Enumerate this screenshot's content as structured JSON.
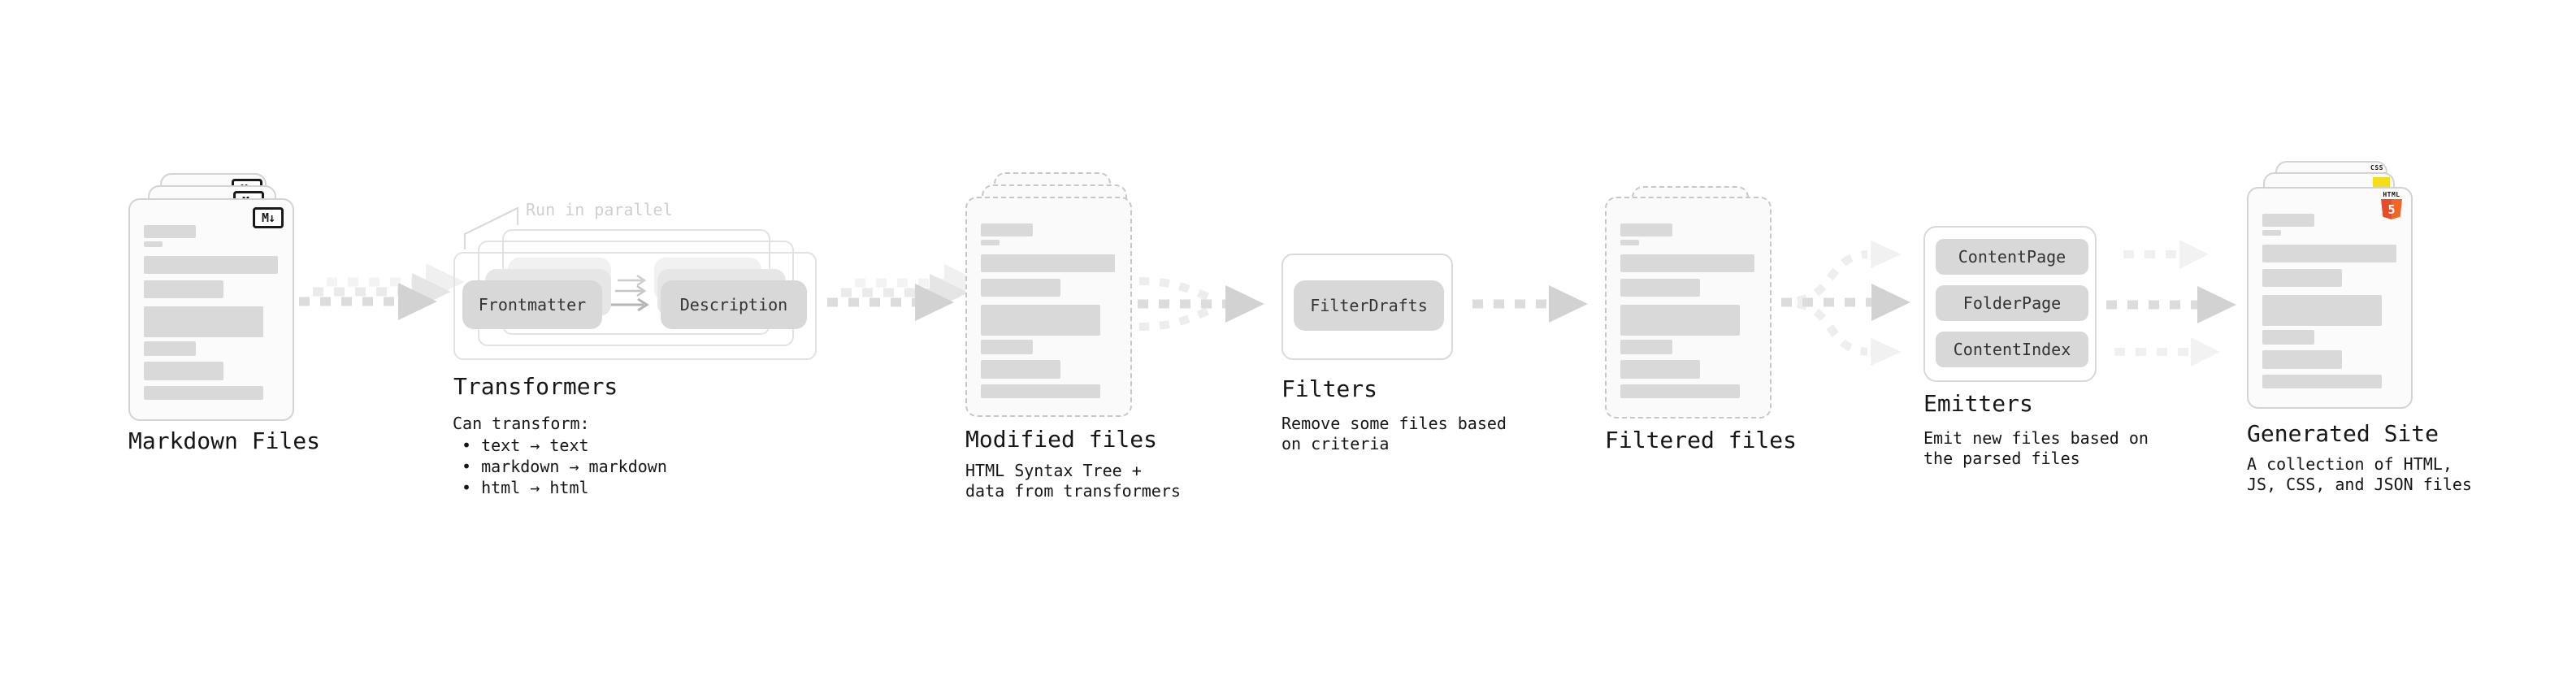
{
  "pipeline": {
    "markdown_files": {
      "label": "Markdown Files",
      "badge": "M↓"
    },
    "transformers": {
      "heading": "Transformers",
      "callout": "Run in parallel",
      "pill_left": "Frontmatter",
      "pill_right": "Description",
      "subtitle": "Can transform:",
      "bullets": [
        "• text → text",
        "• markdown → markdown",
        "• html → html"
      ]
    },
    "modified_files": {
      "heading": "Modified files",
      "subtitle_lines": [
        "HTML Syntax Tree +",
        "data from transformers"
      ]
    },
    "filters": {
      "heading": "Filters",
      "pill": "FilterDrafts",
      "subtitle_lines": [
        "Remove some files based",
        "on criteria"
      ]
    },
    "filtered_files": {
      "heading": "Filtered files"
    },
    "emitters": {
      "heading": "Emitters",
      "pills": [
        "ContentPage",
        "FolderPage",
        "ContentIndex"
      ],
      "subtitle_lines": [
        "Emit new files based on",
        "the parsed files"
      ]
    },
    "generated_site": {
      "heading": "Generated Site",
      "subtitle_lines": [
        "A collection of HTML,",
        "JS, CSS, and JSON files"
      ],
      "badges": {
        "css_label": "CSS",
        "html_label": "HTML",
        "html_number": "5"
      }
    },
    "colors": {
      "js_yellow": "#f5de19",
      "css_blue": "#2965f1",
      "html_orange": "#e44d26",
      "ink": "#161616",
      "muted_gray": "#cfcfcf",
      "skeleton_gray": "#d9d9d9"
    }
  }
}
